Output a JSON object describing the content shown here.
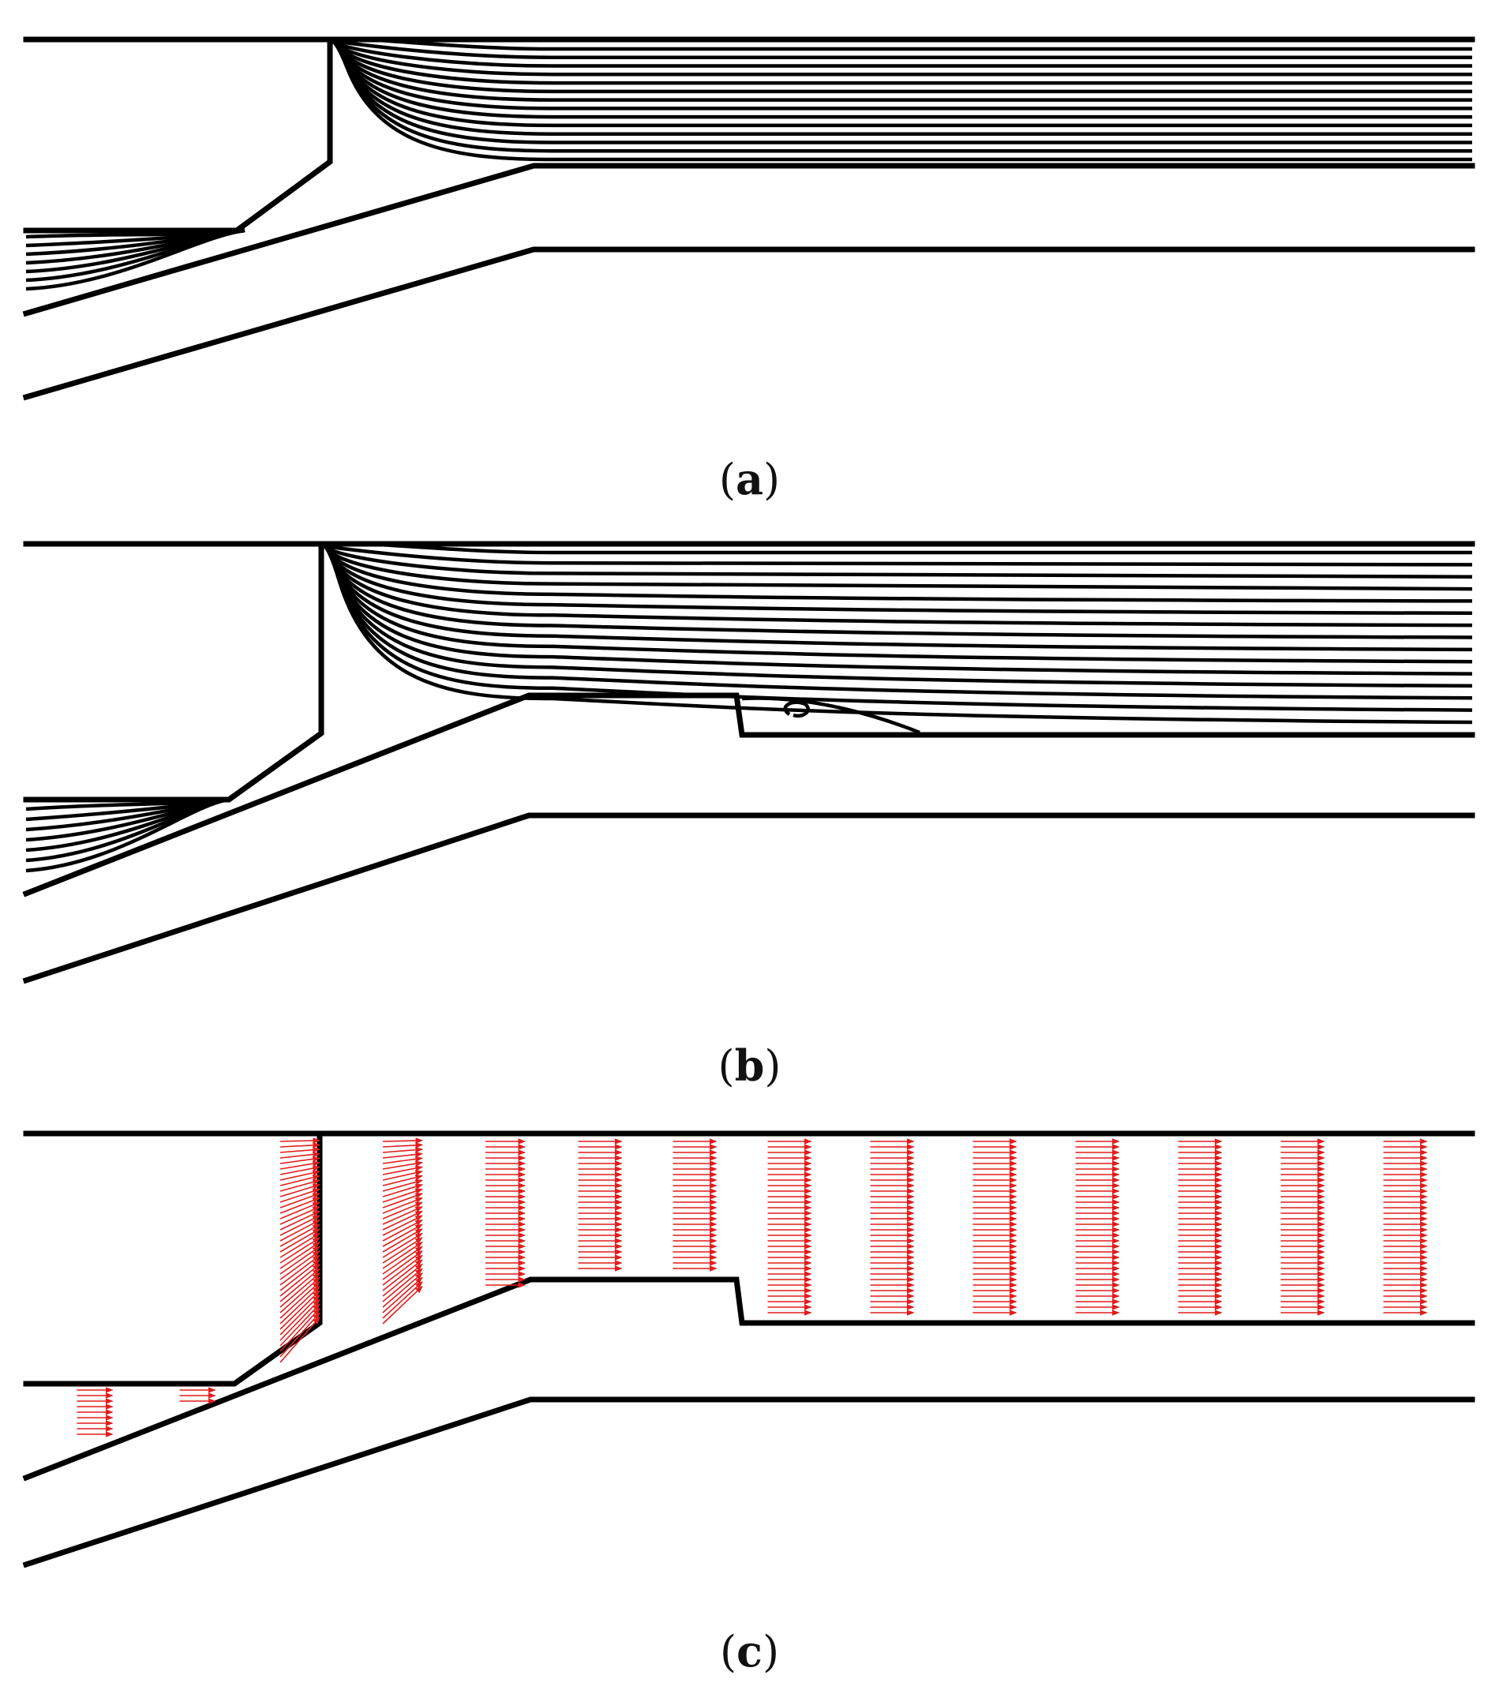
{
  "figure": {
    "panels": [
      {
        "id": "a",
        "label": "a",
        "description_kind": "streamlines"
      },
      {
        "id": "b",
        "label": "b",
        "description_kind": "streamlines-with-recirculation"
      },
      {
        "id": "c",
        "label": "c",
        "description_kind": "velocity-vectors"
      }
    ]
  },
  "colors": {
    "wall": "#000000",
    "streamline": "#000000",
    "vector": "#e21c1c"
  }
}
